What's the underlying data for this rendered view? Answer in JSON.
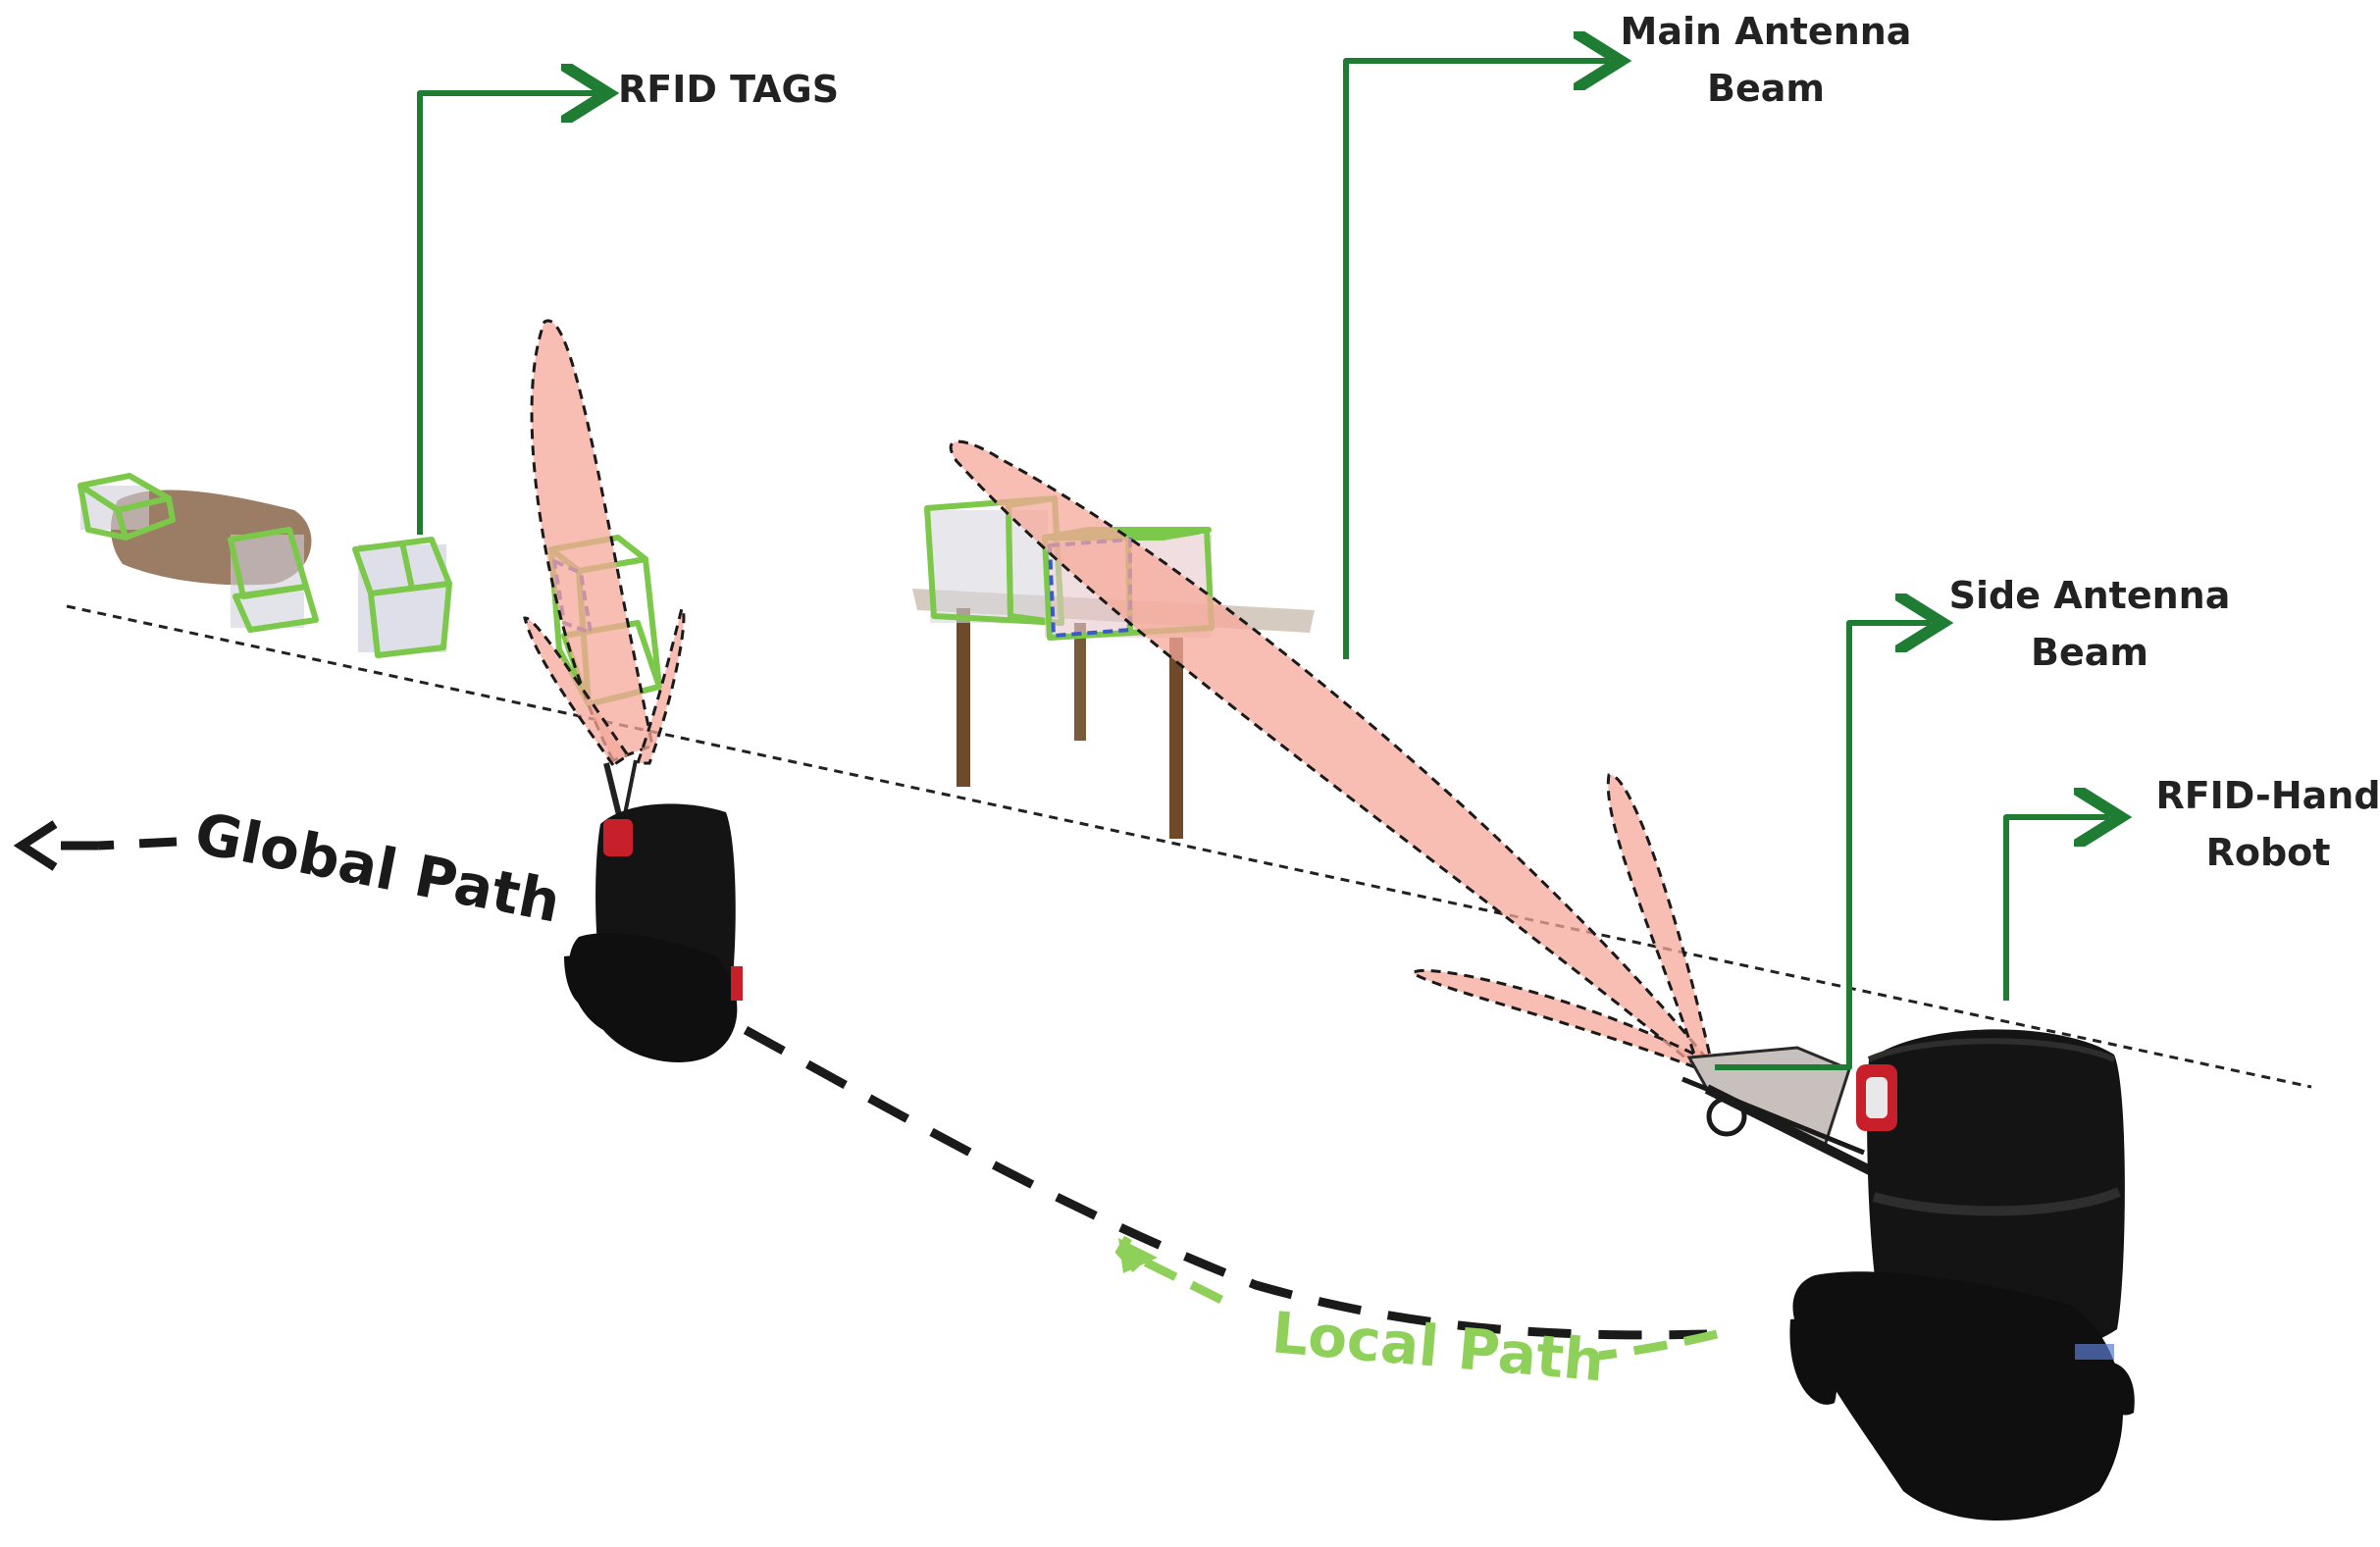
{
  "labels": {
    "rfid_tags": "RFID TAGS",
    "main_beam": [
      "Main Antenna",
      "Beam"
    ],
    "side_beam": [
      "Side Antenna",
      "Beam"
    ],
    "robot": [
      "RFID-Hand",
      "Robot"
    ],
    "global_path": "Global Path",
    "local_path": "Local Path"
  },
  "colors": {
    "callout_green": "#1e7d32",
    "tag_box_green": "#7cc84a",
    "tag_box_blue": "#3a5ac8",
    "beam_fill": "#f6a89a",
    "global_path": "#1a1a1a",
    "local_path": "#8fd05a",
    "robot_body": "#151515",
    "robot_accent": "#c8202a"
  }
}
